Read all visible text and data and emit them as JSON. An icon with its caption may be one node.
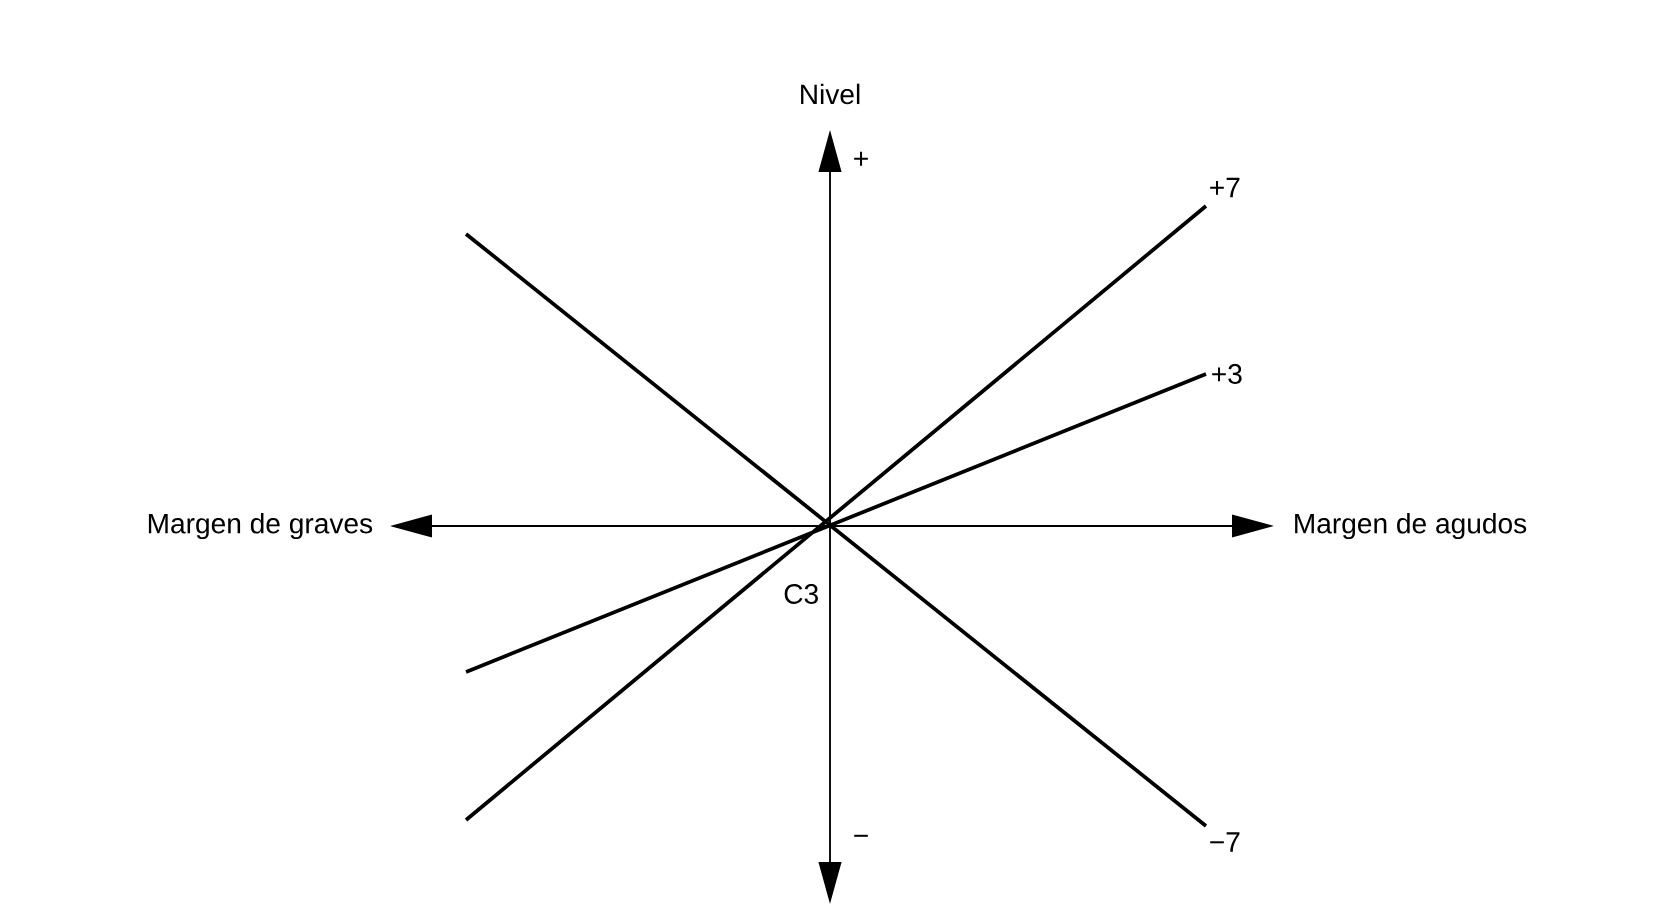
{
  "diagram": {
    "labels": [
      "Nivel",
      "+",
      "+7",
      "+3",
      "Margen de graves",
      "Margen de agudos",
      "C3",
      "−",
      "−7"
    ]
  }
}
